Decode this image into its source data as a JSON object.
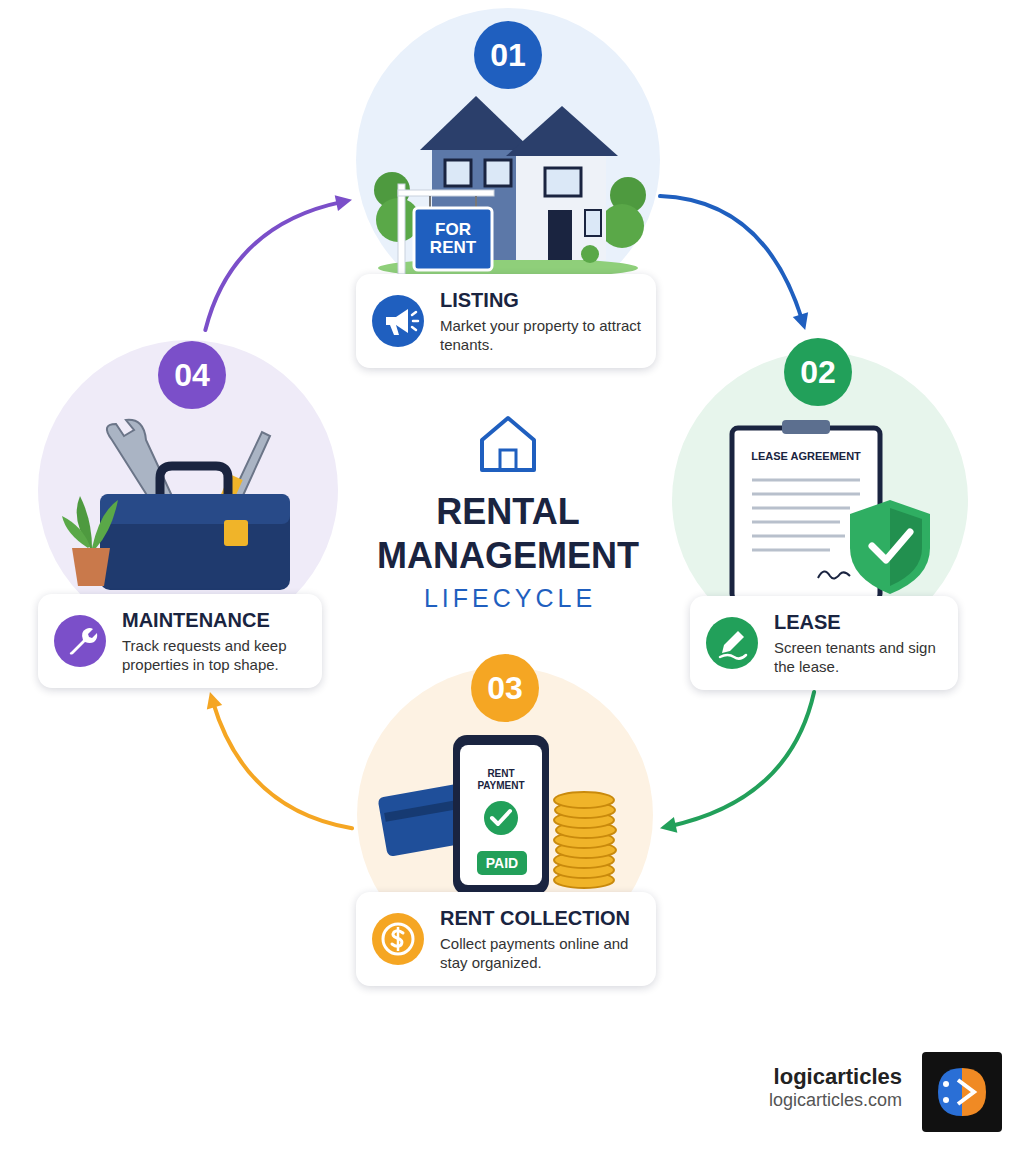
{
  "diagram": {
    "title": "RENTAL MANAGEMENT",
    "nodes": [
      {
        "text": [
          "LISTING",
          "Market your property to attract tenants."
        ]
      },
      {
        "text": [
          "LEASE",
          "Screen tenants and sign the lease."
        ]
      },
      {
        "text": [
          "RENT COLLECTION",
          "Collect payments online and stay organized."
        ]
      },
      {
        "text": [
          "MAINTENANCE",
          "Track requests and keep properties in top shape."
        ]
      }
    ],
    "edges": [
      {
        "from": 0,
        "to": 1,
        "arrow": "to"
      },
      {
        "from": 1,
        "to": 2,
        "arrow": "to"
      },
      {
        "from": 2,
        "to": 3,
        "arrow": "to"
      },
      {
        "from": 3,
        "to": 0,
        "arrow": "to"
      }
    ],
    "labels": [
      "01",
      "02",
      "03",
      "04",
      "FOR RENT",
      "LEASE AGREEMENT",
      "RENT PAYMENT",
      "PAID",
      "LIFECYCLE",
      "logicarticles",
      "logicarticles.com"
    ]
  }
}
